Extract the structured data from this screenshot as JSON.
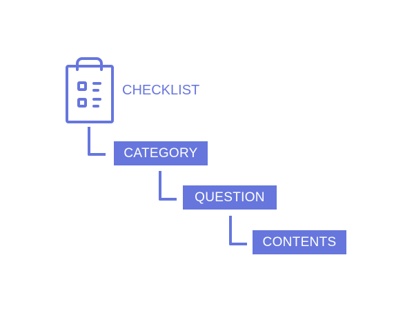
{
  "colors": {
    "accent": "#6676dd"
  },
  "diagram": {
    "root": {
      "label": "CHECKLIST",
      "icon": "clipboard-checklist-icon"
    },
    "levels": [
      {
        "label": "CATEGORY"
      },
      {
        "label": "QUESTION"
      },
      {
        "label": "CONTENTS"
      }
    ]
  }
}
